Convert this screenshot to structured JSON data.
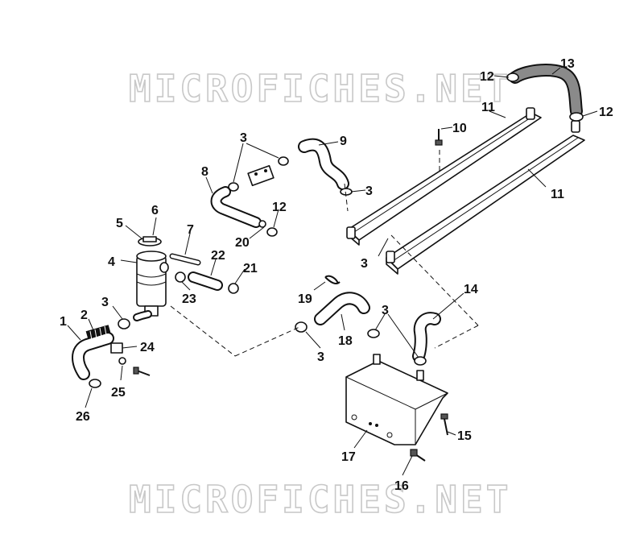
{
  "watermark": {
    "top": "MICROFICHES.NET",
    "bottom": "MICROFICHES.NET"
  },
  "callouts": {
    "c1": "1",
    "c2": "2",
    "c3a": "3",
    "c3b": "3",
    "c3c": "3",
    "c3d": "3",
    "c3e": "3",
    "c3f": "3",
    "c4": "4",
    "c5": "5",
    "c6": "6",
    "c7": "7",
    "c8": "8",
    "c9": "9",
    "c10": "10",
    "c11a": "11",
    "c11b": "11",
    "c12a": "12",
    "c12b": "12",
    "c12c": "12",
    "c13": "13",
    "c14": "14",
    "c15": "15",
    "c16": "16",
    "c17": "17",
    "c18": "18",
    "c19": "19",
    "c20": "20",
    "c21": "21",
    "c22": "22",
    "c23": "23",
    "c24": "24",
    "c25": "25",
    "c26": "26"
  }
}
